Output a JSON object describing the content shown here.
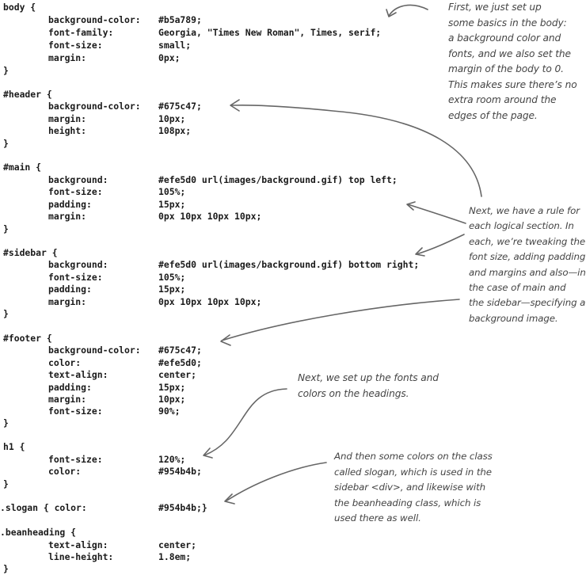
{
  "rules": [
    {
      "selector": "body {",
      "decls": [
        [
          "background-color:",
          "#b5a789;"
        ],
        [
          "font-family:",
          "Georgia, \"Times New Roman\", Times, serif;"
        ],
        [
          "font-size:",
          "small;"
        ],
        [
          "margin:",
          "0px;"
        ]
      ],
      "close": "}"
    },
    {
      "selector": "#header {",
      "decls": [
        [
          "background-color:",
          "#675c47;"
        ],
        [
          "margin:",
          "10px;"
        ],
        [
          "height:",
          "108px;"
        ]
      ],
      "close": "}"
    },
    {
      "selector": "#main {",
      "decls": [
        [
          "background:",
          "#efe5d0 url(images/background.gif) top left;"
        ],
        [
          "font-size:",
          "105%;"
        ],
        [
          "padding:",
          "15px;"
        ],
        [
          "margin:",
          "0px 10px 10px 10px;"
        ]
      ],
      "close": "}"
    },
    {
      "selector": "#sidebar {",
      "decls": [
        [
          "background:",
          "#efe5d0 url(images/background.gif) bottom right;"
        ],
        [
          "font-size:",
          "105%;"
        ],
        [
          "padding:",
          "15px;"
        ],
        [
          "margin:",
          "0px 10px 10px 10px;"
        ]
      ],
      "close": "}"
    },
    {
      "selector": "#footer {",
      "decls": [
        [
          "background-color:",
          "#675c47;"
        ],
        [
          "color:",
          "#efe5d0;"
        ],
        [
          "text-align:",
          "center;"
        ],
        [
          "padding:",
          "15px;"
        ],
        [
          "margin:",
          "10px;"
        ],
        [
          "font-size:",
          "90%;"
        ]
      ],
      "close": "}"
    },
    {
      "selector": "h1 {",
      "decls": [
        [
          "font-size:",
          "120%;"
        ],
        [
          "color:",
          "#954b4b;"
        ]
      ],
      "close": "}"
    },
    {
      "inline": [
        ".slogan { color:",
        "#954b4b;}"
      ]
    },
    {
      "selector": ".beanheading {",
      "decls": [
        [
          "text-align:",
          "center;"
        ],
        [
          "line-height:",
          "1.8em;"
        ]
      ],
      "close": "}"
    }
  ],
  "notes": [
    {
      "lines": [
        "First, we just set up",
        "some basics in the body:",
        "a background color and",
        "fonts, and we also set the",
        "margin of the body to 0.",
        "This makes sure there’s no",
        "extra room around the",
        "edges of the page."
      ]
    },
    {
      "lines": [
        "Next, we have a rule for",
        "each logical section. In",
        "each, we’re tweaking the",
        "font size, adding padding",
        "and margins and also—in",
        "the case of main and",
        "the sidebar—specifying a",
        "background image."
      ]
    },
    {
      "lines": [
        "Next, we set up the fonts and",
        "colors on the headings."
      ]
    },
    {
      "lines": [
        "And then some colors on the class",
        "called slogan, which is used in the",
        "sidebar <div>, and likewise with",
        "the beanheading class, which is",
        "used there as well."
      ]
    }
  ]
}
